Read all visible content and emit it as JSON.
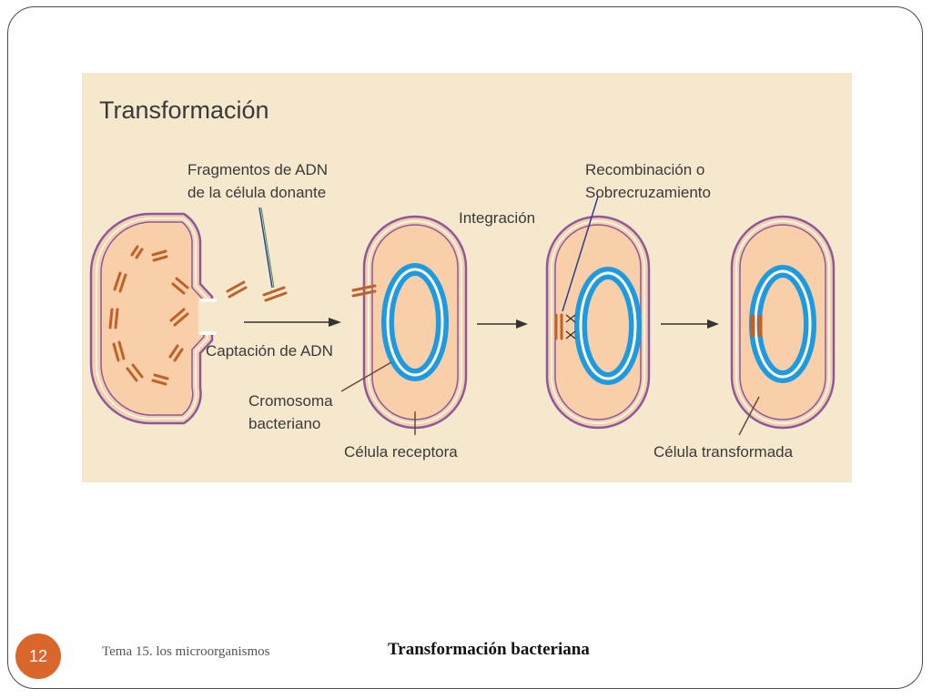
{
  "figure": {
    "title": "Transformación",
    "labels": {
      "fragments_line1": "Fragmentos de ADN",
      "fragments_line2": "de la célula donante",
      "uptake": "Captación de ADN",
      "integration": "Integración",
      "recombination_line1": "Recombinación o",
      "recombination_line2": "Sobrecruzamiento",
      "chromosome_line1": "Cromosoma",
      "chromosome_line2": "bacteriano",
      "recipient_cell": "Célula receptora",
      "transformed_cell": "Célula transformada"
    },
    "colors": {
      "background": "#f6e8cd",
      "cell_fill": "#f8cfa8",
      "membrane": "#8a5a9e",
      "chromosome": "#1e9be0",
      "dna_fragment": "#c0612a"
    }
  },
  "footer": {
    "page_number": "12",
    "topic": "Tema 15. los microorganismos",
    "title": "Transformación bacteriana"
  }
}
